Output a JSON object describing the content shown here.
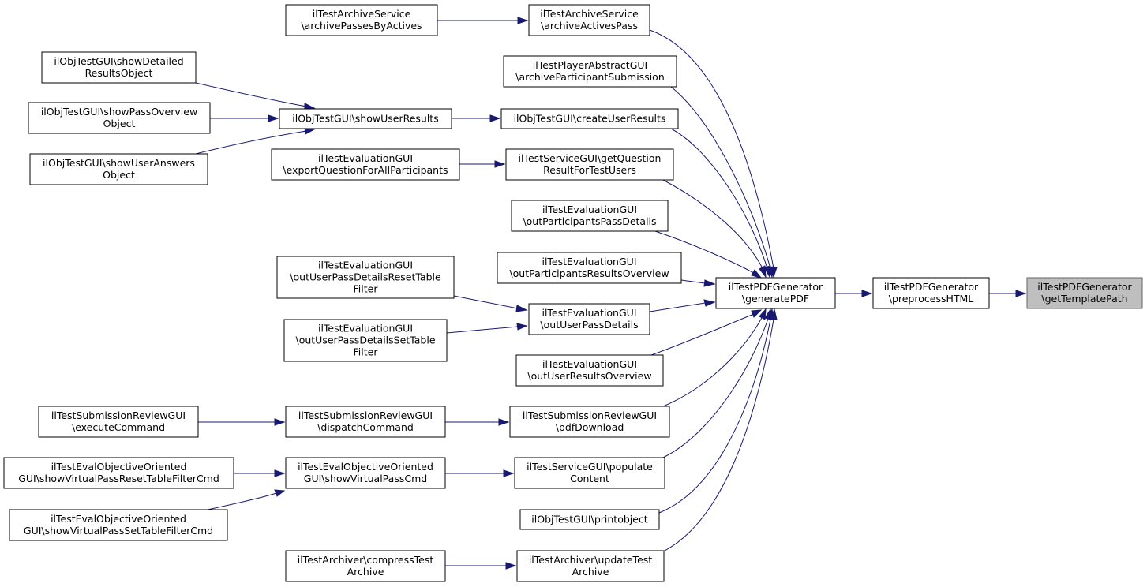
{
  "diagram": {
    "nodes": {
      "n_archivePassesByActives": [
        "ilTestArchiveService",
        "\\archivePassesByActives"
      ],
      "n_archiveActivesPass": [
        "ilTestArchiveService",
        "\\archiveActivesPass"
      ],
      "n_showDetailedResultsObject": [
        "ilObjTestGUI\\showDetailed",
        "ResultsObject"
      ],
      "n_archiveParticipantSubmission": [
        "ilTestPlayerAbstractGUI",
        "\\archiveParticipantSubmission"
      ],
      "n_showPassOverviewObject": [
        "ilObjTestGUI\\showPassOverview",
        "Object"
      ],
      "n_showUserResults": [
        "ilObjTestGUI\\showUserResults"
      ],
      "n_createUserResults": [
        "ilObjTestGUI\\createUserResults"
      ],
      "n_exportQuestionForAllParticipants": [
        "ilTestEvaluationGUI",
        "\\exportQuestionForAllParticipants"
      ],
      "n_showUserAnswersObject": [
        "ilObjTestGUI\\showUserAnswers",
        "Object"
      ],
      "n_getQuestionResultForTestUsers": [
        "ilTestServiceGUI\\getQuestion",
        "ResultForTestUsers"
      ],
      "n_outParticipantsPassDetails": [
        "ilTestEvaluationGUI",
        "\\outParticipantsPassDetails"
      ],
      "n_outParticipantsResultsOverview": [
        "ilTestEvaluationGUI",
        "\\outParticipantsResultsOverview"
      ],
      "n_outUserPassDetailsResetTableFilter": [
        "ilTestEvaluationGUI",
        "\\outUserPassDetailsResetTable",
        "Filter"
      ],
      "n_generatePDF": [
        "ilTestPDFGenerator",
        "\\generatePDF"
      ],
      "n_preprocessHTML": [
        "ilTestPDFGenerator",
        "\\preprocessHTML"
      ],
      "n_getTemplatePath": [
        "ilTestPDFGenerator",
        "\\getTemplatePath"
      ],
      "n_outUserPassDetails": [
        "ilTestEvaluationGUI",
        "\\outUserPassDetails"
      ],
      "n_outUserPassDetailsSetTableFilter": [
        "ilTestEvaluationGUI",
        "\\outUserPassDetailsSetTable",
        "Filter"
      ],
      "n_outUserResultsOverview": [
        "ilTestEvaluationGUI",
        "\\outUserResultsOverview"
      ],
      "n_executeCommand": [
        "ilTestSubmissionReviewGUI",
        "\\executeCommand"
      ],
      "n_dispatchCommand": [
        "ilTestSubmissionReviewGUI",
        "\\dispatchCommand"
      ],
      "n_pdfDownload": [
        "ilTestSubmissionReviewGUI",
        "\\pdfDownload"
      ],
      "n_showVirtualPassResetTableFilterCmd": [
        "ilTestEvalObjectiveOriented",
        "GUI\\showVirtualPassResetTableFilterCmd"
      ],
      "n_showVirtualPassCmd": [
        "ilTestEvalObjectiveOriented",
        "GUI\\showVirtualPassCmd"
      ],
      "n_populateContent": [
        "ilTestServiceGUI\\populate",
        "Content"
      ],
      "n_showVirtualPassSetTableFilterCmd": [
        "ilTestEvalObjectiveOriented",
        "GUI\\showVirtualPassSetTableFilterCmd"
      ],
      "n_printobject": [
        "ilObjTestGUI\\printobject"
      ],
      "n_compressTestArchive": [
        "ilTestArchiver\\compressTest",
        "Archive"
      ],
      "n_updateTestArchive": [
        "ilTestArchiver\\updateTest",
        "Archive"
      ]
    },
    "highlighted_node": "n_getTemplatePath",
    "edges": [
      [
        "n_archivePassesByActives",
        "n_archiveActivesPass"
      ],
      [
        "n_showDetailedResultsObject",
        "n_showUserResults"
      ],
      [
        "n_showPassOverviewObject",
        "n_showUserResults"
      ],
      [
        "n_showUserAnswersObject",
        "n_showUserResults"
      ],
      [
        "n_showUserResults",
        "n_createUserResults"
      ],
      [
        "n_exportQuestionForAllParticipants",
        "n_getQuestionResultForTestUsers"
      ],
      [
        "n_outUserPassDetailsResetTableFilter",
        "n_outUserPassDetails"
      ],
      [
        "n_outUserPassDetailsSetTableFilter",
        "n_outUserPassDetails"
      ],
      [
        "n_executeCommand",
        "n_dispatchCommand"
      ],
      [
        "n_dispatchCommand",
        "n_pdfDownload"
      ],
      [
        "n_showVirtualPassResetTableFilterCmd",
        "n_showVirtualPassCmd"
      ],
      [
        "n_showVirtualPassSetTableFilterCmd",
        "n_showVirtualPassCmd"
      ],
      [
        "n_showVirtualPassCmd",
        "n_populateContent"
      ],
      [
        "n_compressTestArchive",
        "n_updateTestArchive"
      ],
      [
        "n_archiveActivesPass",
        "n_generatePDF"
      ],
      [
        "n_archiveParticipantSubmission",
        "n_generatePDF"
      ],
      [
        "n_createUserResults",
        "n_generatePDF"
      ],
      [
        "n_getQuestionResultForTestUsers",
        "n_generatePDF"
      ],
      [
        "n_outParticipantsPassDetails",
        "n_generatePDF"
      ],
      [
        "n_outParticipantsResultsOverview",
        "n_generatePDF"
      ],
      [
        "n_outUserPassDetails",
        "n_generatePDF"
      ],
      [
        "n_outUserResultsOverview",
        "n_generatePDF"
      ],
      [
        "n_pdfDownload",
        "n_generatePDF"
      ],
      [
        "n_populateContent",
        "n_generatePDF"
      ],
      [
        "n_printobject",
        "n_generatePDF"
      ],
      [
        "n_updateTestArchive",
        "n_generatePDF"
      ],
      [
        "n_generatePDF",
        "n_preprocessHTML"
      ],
      [
        "n_preprocessHTML",
        "n_getTemplatePath"
      ]
    ],
    "colors": {
      "edge": "#191970",
      "node_border": "#000000",
      "node_fill": "#ffffff",
      "highlight_fill": "#bfbfbf",
      "highlight_border": "#666666"
    }
  }
}
